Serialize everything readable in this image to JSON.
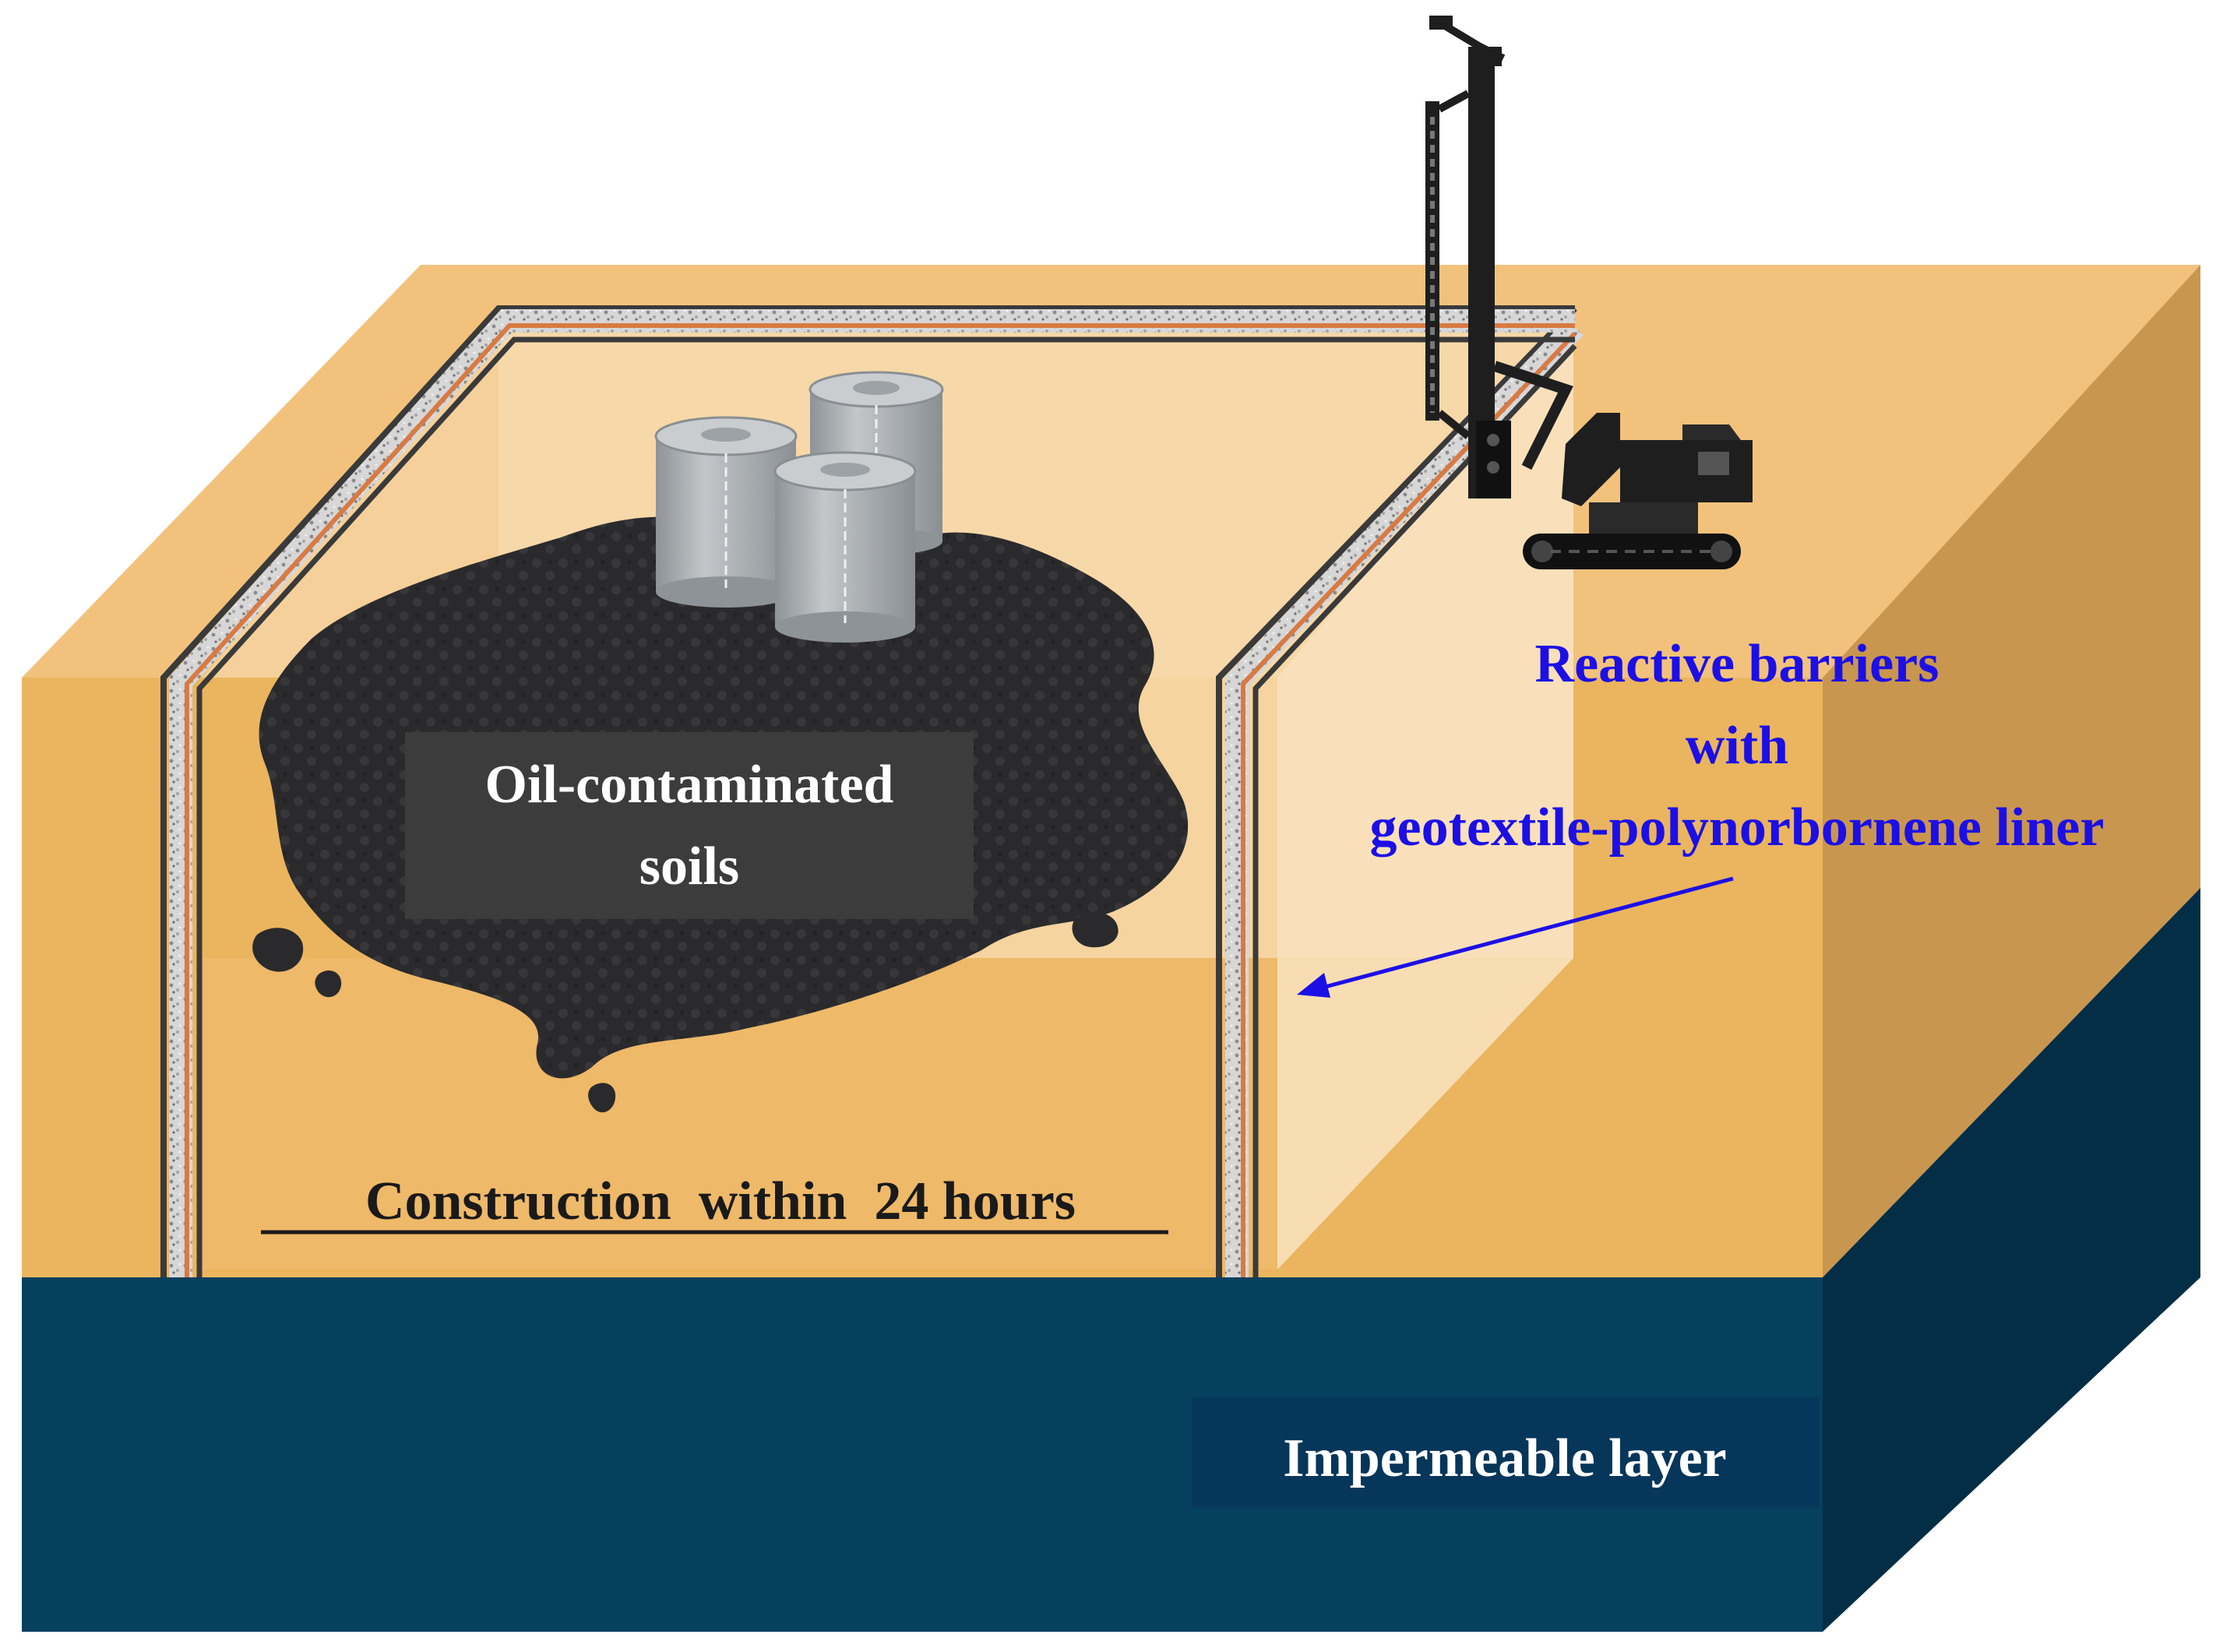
{
  "labels": {
    "oil_line1": "Oil-contaminated",
    "oil_line2": "soils",
    "barrier_line1": "Reactive barriers",
    "barrier_line2": "with",
    "barrier_line3": "geotextile-polynorbornene liner",
    "construction": "Construction  within  24 hours",
    "impermeable": "Impermeable layer"
  },
  "colors": {
    "soil_front": "#EAB55E",
    "soil_top": "#F2C27C",
    "soil_inner": "#F7D7A5",
    "soil_side": "#C9964F",
    "impermeable_front": "#06405F",
    "impermeable_side": "#032E46",
    "oil": "#2A2A2C",
    "tank": "#A9AEB2",
    "barrier_text": "#1C0FE6",
    "label_box": "#3C3C3C",
    "impermeable_box": "#06365A"
  }
}
